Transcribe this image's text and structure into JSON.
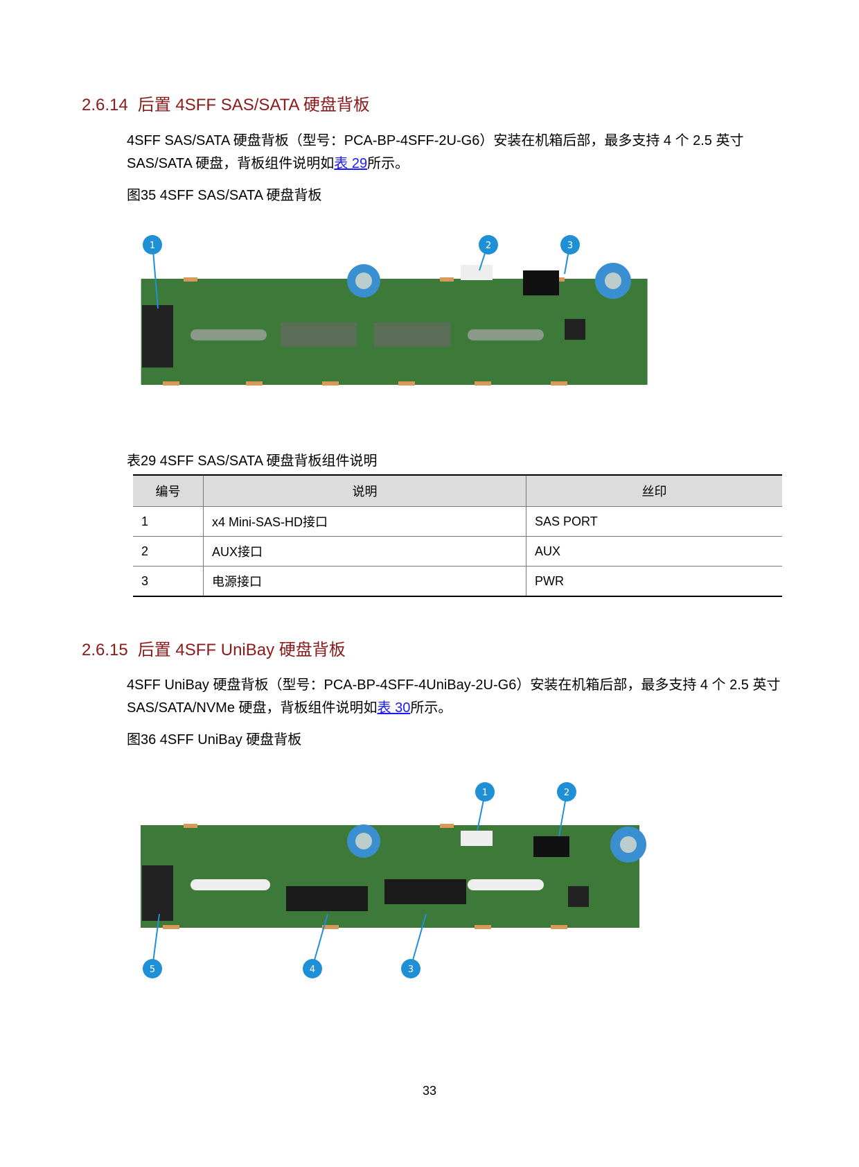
{
  "section1": {
    "number": "2.6.14",
    "title": "后置 4SFF SAS/SATA 硬盘背板",
    "para_before_link": "4SFF SAS/SATA 硬盘背板（型号：PCA-BP-4SFF-2U-G6）安装在机箱后部，最多支持 4 个 2.5 英寸 SAS/SATA 硬盘，背板组件说明如",
    "link": "表 29",
    "para_after_link": "所示。",
    "figure_caption": "图35 4SFF SAS/SATA 硬盘背板",
    "figure_callouts": [
      "1",
      "2",
      "3"
    ],
    "table_caption": "表29 4SFF SAS/SATA 硬盘背板组件说明",
    "table": {
      "headers": [
        "编号",
        "说明",
        "丝印"
      ],
      "rows": [
        [
          "1",
          "x4 Mini-SAS-HD接口",
          "SAS PORT"
        ],
        [
          "2",
          "AUX接口",
          "AUX"
        ],
        [
          "3",
          "电源接口",
          "PWR"
        ]
      ]
    }
  },
  "section2": {
    "number": "2.6.15",
    "title": "后置 4SFF UniBay 硬盘背板",
    "para_before_link": "4SFF UniBay 硬盘背板（型号：PCA-BP-4SFF-4UniBay-2U-G6）安装在机箱后部，最多支持 4 个 2.5 英寸 SAS/SATA/NVMe 硬盘，背板组件说明如",
    "link": "表 30",
    "para_after_link": "所示。",
    "figure_caption": "图36 4SFF UniBay 硬盘背板",
    "figure_callouts": [
      "1",
      "2",
      "3",
      "4",
      "5"
    ]
  },
  "page_number": "33",
  "colors": {
    "heading": "#8b1a1a",
    "link": "#1a1aff",
    "callout": "#1f8fd6",
    "pcb": "#3d7a3a"
  }
}
